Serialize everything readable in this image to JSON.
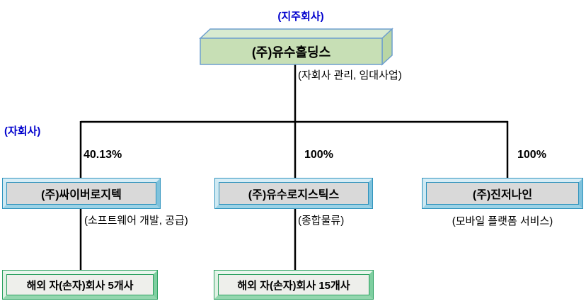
{
  "diagram": {
    "holding": {
      "section_label": "(지주회사)",
      "name": "(주)유수홀딩스",
      "description": "(자회사 관리, 임대사업)"
    },
    "subsidiary_section_label": "(자회사)",
    "subsidiaries": [
      {
        "ownership": "40.13%",
        "name": "(주)싸이버로지텍",
        "description": "(소프트웨어 개발, 공급)"
      },
      {
        "ownership": "100%",
        "name": "(주)유수로지스틱스",
        "description": "(종합물류)"
      },
      {
        "ownership": "100%",
        "name": "(주)진저나인",
        "description": "(모바일 플랫폼 서비스)"
      }
    ],
    "overseas_affiliates": [
      {
        "name": "해외 자(손자)회사 5개사"
      },
      {
        "name": "해외 자(손자)회사 15개사"
      }
    ],
    "colors": {
      "label_blue": "#0000cd",
      "connector_black": "#000000",
      "holding_front_fill": "#c7dfb5",
      "holding_top_fill": "#d8ead0",
      "holding_side_fill": "#b9d6a4",
      "holding_stroke": "#6e9fce",
      "subsidiary_fill": "#d9d9d9",
      "subsidiary_frame": "#2e93bd",
      "overseas_fill": "#eeefeb",
      "overseas_frame": "#2aa05f"
    }
  }
}
